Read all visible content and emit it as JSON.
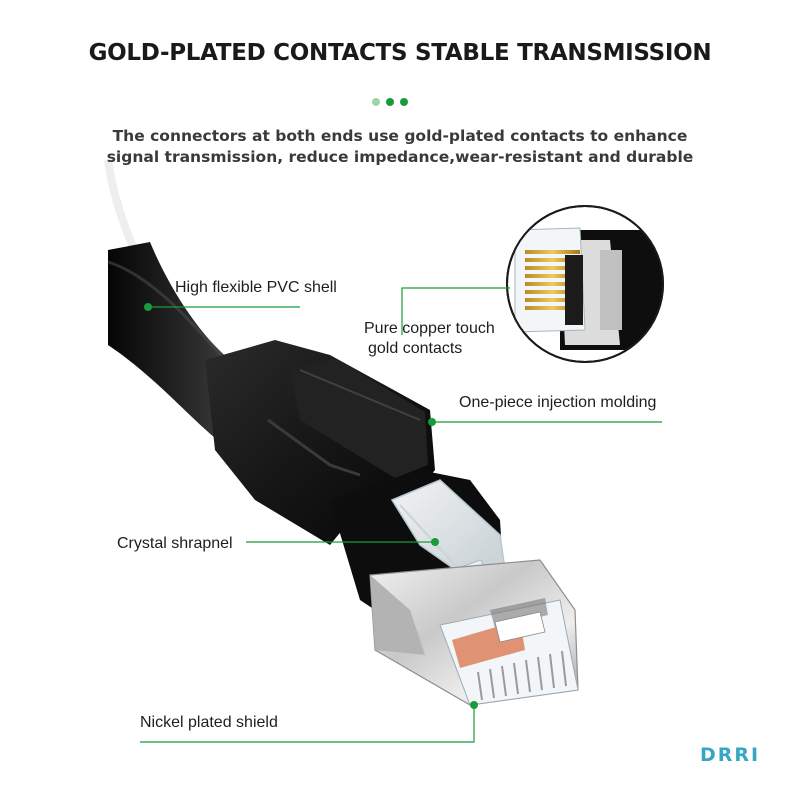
{
  "header": {
    "title": "GOLD-PLATED CONTACTS STABLE TRANSMISSION",
    "subtitle_line1": "The connectors at both ends use gold-plated contacts to enhance",
    "subtitle_line2": "signal transmission, reduce impedance,wear-resistant and durable"
  },
  "callouts": {
    "pvc_shell": "High flexible PVC shell",
    "copper_line1": "Pure copper touch",
    "copper_line2": "gold contacts",
    "injection": "One-piece injection molding",
    "crystal": "Crystal shrapnel",
    "nickel": "Nickel plated shield"
  },
  "brand": {
    "logo": "DRRI"
  },
  "colors": {
    "accent_green": "#1a9a3a",
    "dot_light": "#9fd3a9",
    "logo_color": "#35a6c3",
    "cable_black": "#141414"
  }
}
